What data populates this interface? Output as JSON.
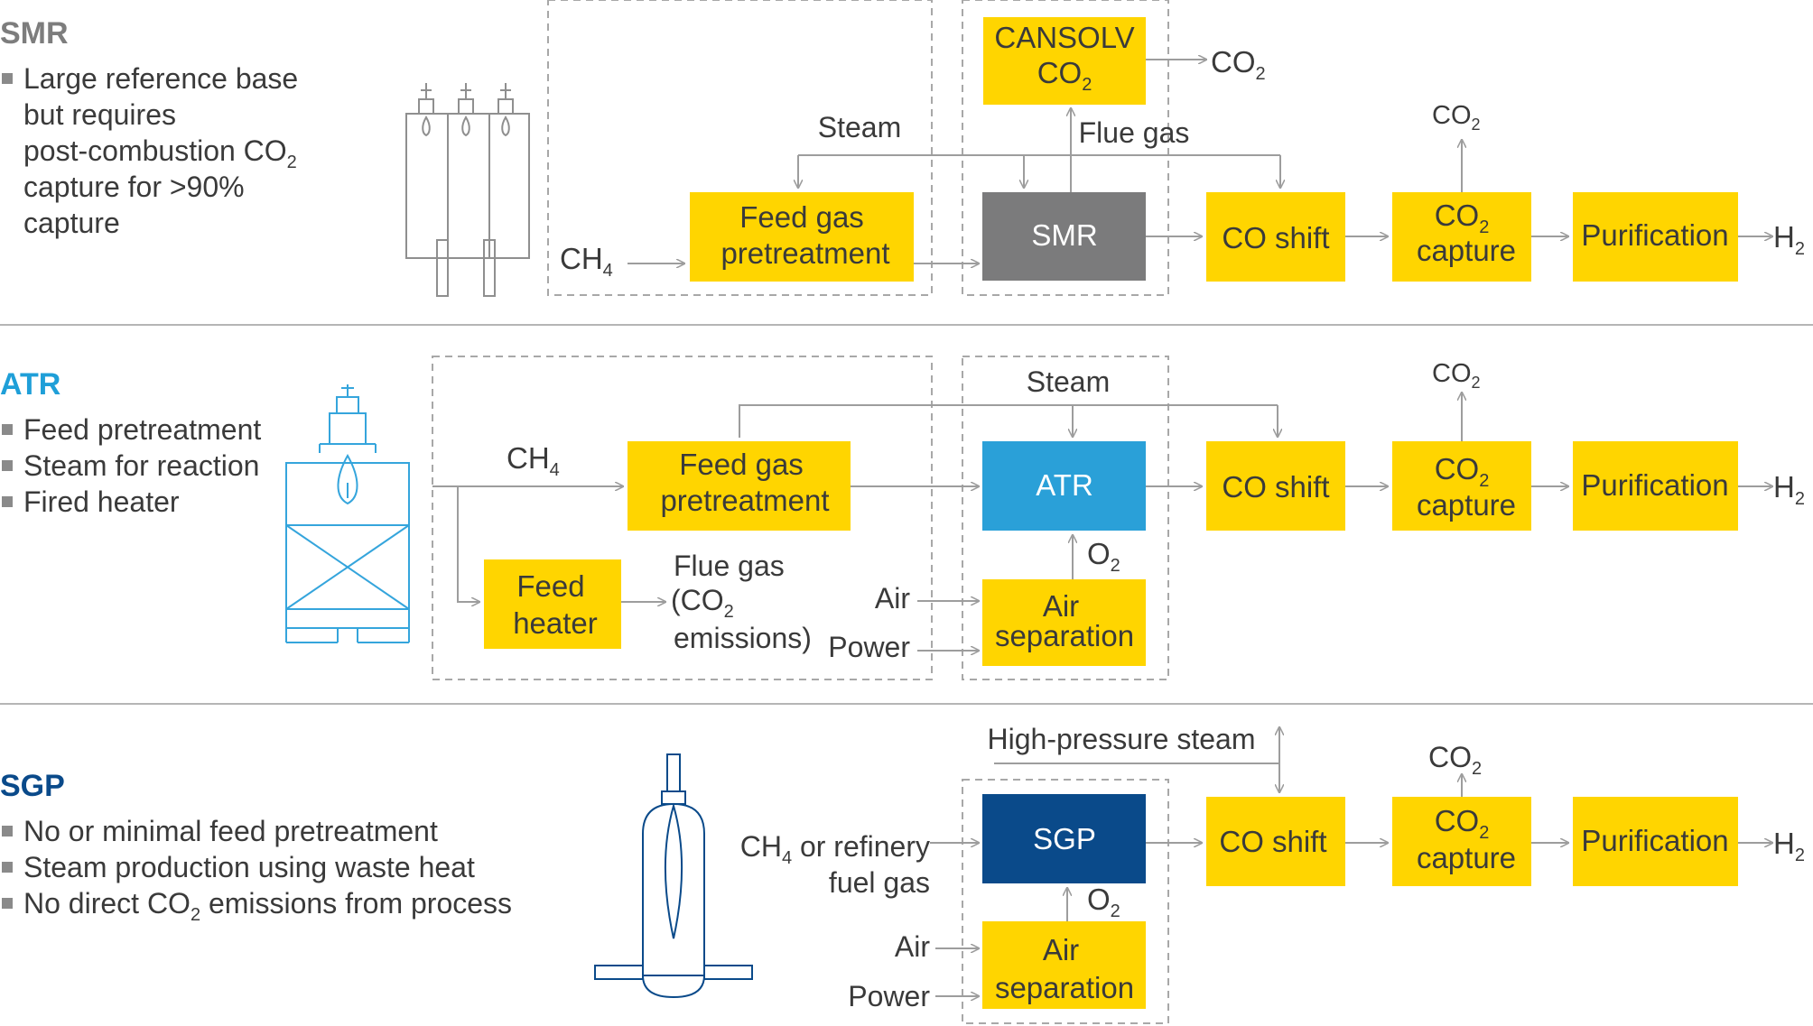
{
  "colors": {
    "yellow": "#FFD500",
    "gray_box": "#7b7b7c",
    "atr_blue": "#2aa0d8",
    "sgp_navy": "#0a4a8a",
    "line": "#9d9d9d",
    "dash": "#a8a8a8",
    "text": "#3a3a3a",
    "box_text_dark": "#3a3a3a",
    "box_text_light": "#ffffff",
    "gray_heading": "#7d7d7d",
    "icon_gray": "#8f8f8f",
    "icon_blue": "#35a5dc",
    "icon_navy": "#0a4a8a"
  },
  "smr": {
    "heading": "SMR",
    "bullets": [
      "Large reference base",
      "but requires",
      "post-combustion CO",
      "capture for >90%",
      "capture"
    ],
    "bullet_sub": "2",
    "feed": "CH",
    "feed_sub": "4",
    "steam": "Steam",
    "flue_gas": "Flue gas",
    "co2_out": "CO",
    "co2_sub": "2",
    "boxes": {
      "cansolv_l1": "CANSOLV",
      "cansolv_l2": "CO",
      "cansolv_sub": "2",
      "pre_l1": "Feed gas",
      "pre_l2": "pretreatment",
      "reactor": "SMR",
      "shift": "CO shift",
      "cap_l1": "CO",
      "cap_sub": "2",
      "cap_l2": "capture",
      "purification": "Purification"
    },
    "h2": "H",
    "h2_sub": "2"
  },
  "atr": {
    "heading": "ATR",
    "bullets": [
      "Feed pretreatment",
      "Steam for reaction",
      "Fired heater"
    ],
    "feed": "CH",
    "feed_sub": "4",
    "steam": "Steam",
    "flue_l1": "Flue gas",
    "flue_l2": "(CO",
    "flue_l2_sub": "2",
    "flue_l3": "emissions)",
    "air": "Air",
    "power": "Power",
    "o2": "O",
    "o2_sub": "2",
    "co2_out": "CO",
    "co2_sub": "2",
    "boxes": {
      "pre_l1": "Feed gas",
      "pre_l2": "pretreatment",
      "heater_l1": "Feed",
      "heater_l2": "heater",
      "reactor": "ATR",
      "asu_l1": "Air",
      "asu_l2": "separation",
      "shift": "CO shift",
      "cap_l1": "CO",
      "cap_sub": "2",
      "cap_l2": "capture",
      "purification": "Purification"
    },
    "h2": "H",
    "h2_sub": "2"
  },
  "sgp": {
    "heading": "SGP",
    "bullets": [
      "No or minimal feed pretreatment",
      "Steam production using waste heat",
      "No direct CO"
    ],
    "bullet3_sub": "2",
    "bullet3_tail": " emissions from process",
    "feed_l1": "CH",
    "feed_sub": "4",
    "feed_l1_tail": " or refinery",
    "feed_l2": "fuel gas",
    "hp_steam": "High-pressure steam",
    "air": "Air",
    "power": "Power",
    "o2": "O",
    "o2_sub": "2",
    "co2_out": "CO",
    "co2_sub": "2",
    "boxes": {
      "reactor": "SGP",
      "asu_l1": "Air",
      "asu_l2": "separation",
      "shift": "CO shift",
      "cap_l1": "CO",
      "cap_sub": "2",
      "cap_l2": "capture",
      "purification": "Purification"
    },
    "h2": "H",
    "h2_sub": "2"
  }
}
